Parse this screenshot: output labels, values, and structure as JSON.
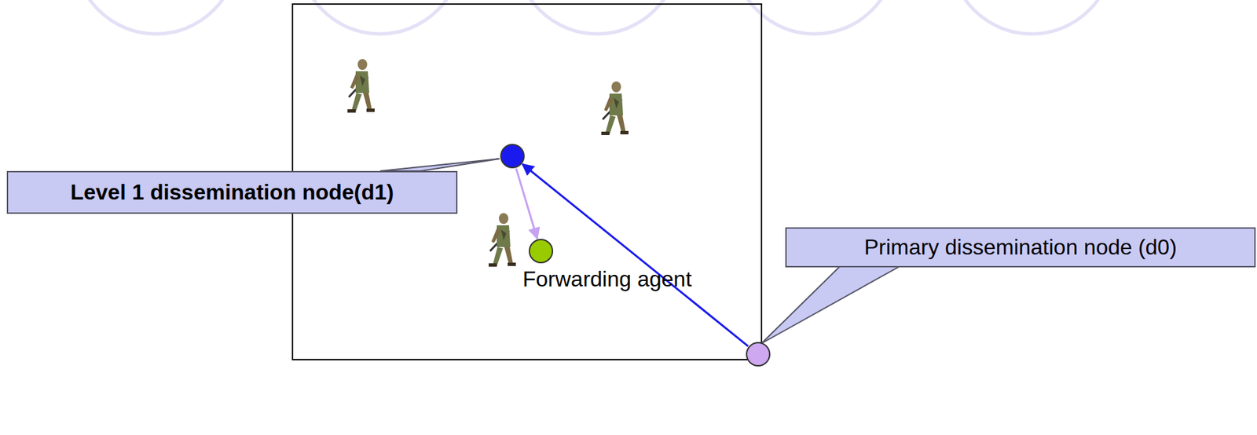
{
  "diagram": {
    "nodes": [
      {
        "text": [
          "Primary dissemination node (d0)"
        ]
      },
      {
        "text": [
          "Level 1 dissemination node(d1)"
        ]
      },
      {
        "text": [
          "Forwarding agent"
        ]
      }
    ],
    "edges": [
      {
        "from": 0,
        "to": 1,
        "arrow": "to"
      },
      {
        "from": 1,
        "to": 2,
        "arrow": "to"
      }
    ]
  }
}
